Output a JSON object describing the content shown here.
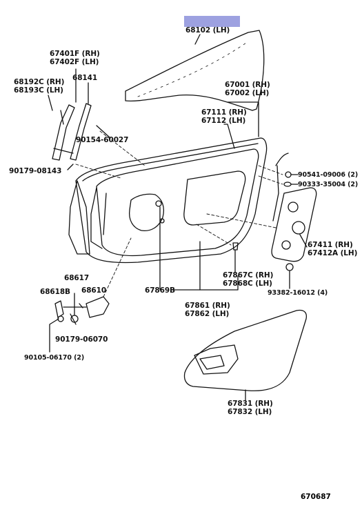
{
  "diagram_id": "670687",
  "highlight_color": "#9da1e0",
  "labels": {
    "glass": "68102 (LH)",
    "run_rh": "67401F (RH)",
    "run_lh": "67402F (LH)",
    "run_sub_rh": "68192C (RH)",
    "run_sub_lh": "68193C (LH)",
    "p68141": "68141",
    "door_panel_rh": "67001 (RH)",
    "door_panel_lh": "67002 (LH)",
    "weatherstrip_rh": "67111 (RH)",
    "weatherstrip_lh": "67112 (LH)",
    "bolt_90154": "90154-60027",
    "bolt_90179a": "90179-08143",
    "p90541": "90541-09006 (2)",
    "p90333": "90333-35004 (2)",
    "cover_rh": "67411  (RH)",
    "cover_lh": "67412A (LH)",
    "p68617": "68617",
    "p68618b": "68618B",
    "p68610": "68610",
    "p90179b": "90179-06070",
    "p90105": "90105-06170 (2)",
    "p67869b": "67869B",
    "p67867c": "67867C (RH)",
    "p67868c": "67868C (LH)",
    "p93382": "93382-16012 (4)",
    "seal_rh": "67861 (RH)",
    "seal_lh": "67862 (LH)",
    "trim_rh": "67831 (RH)",
    "trim_lh": "67832 (LH)"
  }
}
